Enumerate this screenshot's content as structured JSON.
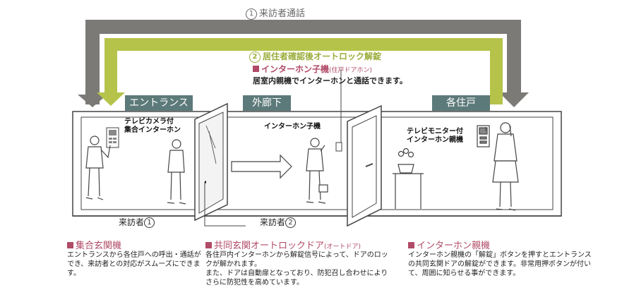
{
  "top_route": {
    "number": "1",
    "label": "来訪者通話"
  },
  "inner_route": {
    "number": "2",
    "label": "居住者確認後オートロック解錠"
  },
  "intercom_child": {
    "title": "インターホン子機",
    "title_sub": "(住戸ドアホン)",
    "desc": "居室内親機でインターホンと通話できます。"
  },
  "zones": {
    "entrance": "エントランス",
    "corridor": "外廊下",
    "home": "各住戸"
  },
  "labels": {
    "camera_line1": "テレビカメラ付",
    "camera_line2": "集合インターホン",
    "child_unit": "インターホン子機",
    "master_line1": "テレビモニター付",
    "master_line2": "インターホン親機"
  },
  "visitors": {
    "v1_text": "来訪者",
    "v1_num": "1",
    "v2_text": "来訪者",
    "v2_num": "2"
  },
  "sections": {
    "entrance_panel": {
      "title": "集合玄関機",
      "body": "エントランスから各住戸への呼出・通話ができ、来訪者との対応がスムーズにできます。"
    },
    "autolock_door": {
      "title": "共同玄関オートロックドア",
      "title_sub": "(オートドア)",
      "body1": "各住戸内インターホンから解錠信号によって、ドアのロックが解かれます。",
      "body2": "また、ドアは自動扉となっており、防犯召し合わせによりさらに防犯性を高めています。"
    },
    "master_unit": {
      "title": "インターホン親機",
      "body": "インターホン親機の「解錠」ボタンを押すとエントランスの共同玄関ドアの解錠ができます。非常用押ボタンが付いて、周囲に知らせる事ができます。"
    }
  },
  "colors": {
    "outer_arrow": "#7b7a76",
    "inner_arrow": "#b5c34a",
    "tab": "#5d7a7a",
    "accent_title": "#b04a66",
    "line": "#444444"
  }
}
